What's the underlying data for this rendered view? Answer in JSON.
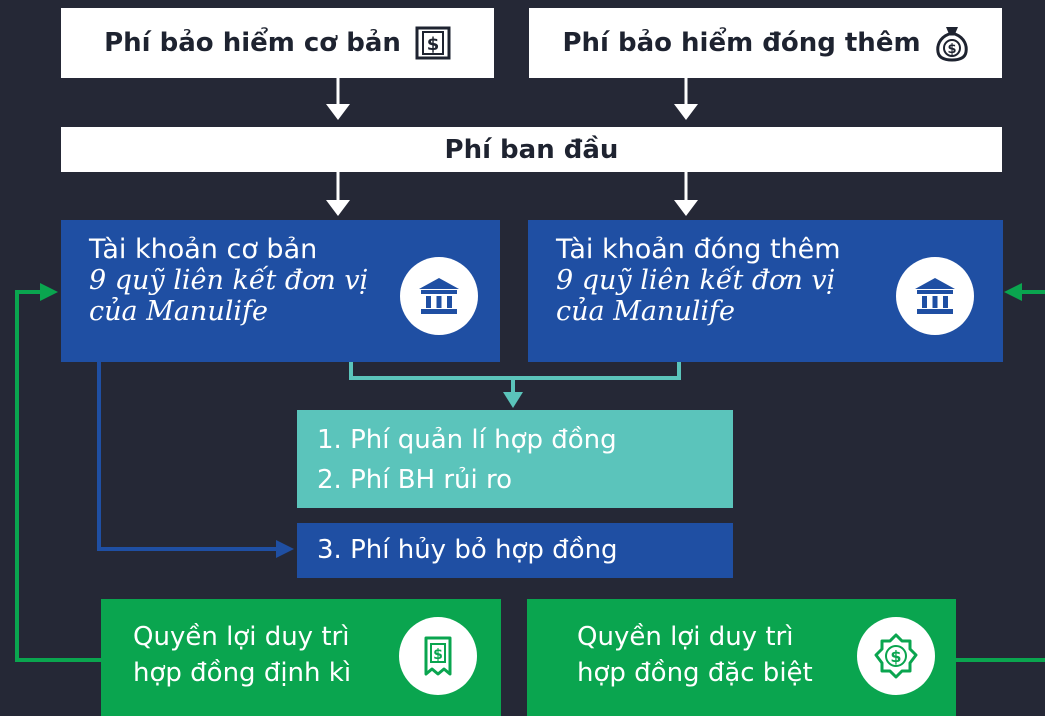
{
  "premium": {
    "basic": "Phí bảo hiểm cơ bản",
    "topup": "Phí bảo hiểm đóng thêm"
  },
  "initial_charge": "Phí ban đầu",
  "accounts": {
    "basic": {
      "title": "Tài khoản cơ bản",
      "line2": "9 quỹ liên kết đơn vị",
      "line3": "của Manulife"
    },
    "topup": {
      "title": "Tài khoản đóng thêm",
      "line2": "9 quỹ liên kết đơn vị",
      "line3": "của Manulife"
    }
  },
  "fees": {
    "item1": "1. Phí quản lí hợp đồng",
    "item2": "2. Phí BH rủi ro",
    "item3": "3. Phí hủy bỏ hợp đồng"
  },
  "benefits": {
    "periodic": {
      "line1": "Quyền lợi duy trì",
      "line2": "hợp đồng định kì"
    },
    "special": {
      "line1": "Quyền lợi duy trì",
      "line2": "hợp đồng đặc biệt"
    }
  },
  "icons": {
    "basic_premium": "dollar-bill-icon",
    "topup_premium": "money-bag-icon",
    "account": "bank-icon",
    "periodic_benefit": "receipt-icon",
    "special_benefit": "dollar-badge-icon"
  },
  "colors": {
    "background": "#252836",
    "blue": "#1f4fa3",
    "teal": "#5bc4bb",
    "green": "#0aa54f",
    "white": "#ffffff"
  }
}
